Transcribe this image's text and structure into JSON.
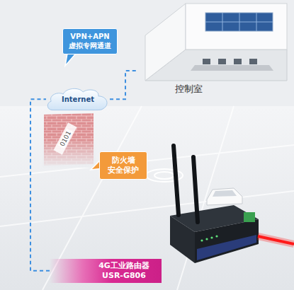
{
  "diagram": {
    "nodes": [
      {
        "text": [
          "控制室"
        ]
      },
      {
        "text": [
          "VPN+APN 虚拟专网通道"
        ]
      },
      {
        "text": [
          "Internet"
        ]
      },
      {
        "text": [
          "防火墙 安全保护"
        ]
      },
      {
        "text": [
          "4G工业路由器 USR-G806"
        ]
      }
    ],
    "edges": [
      {
        "from": 4,
        "to": 2,
        "arrow": "none"
      },
      {
        "from": 2,
        "to": 0,
        "arrow": "none"
      }
    ],
    "labels": [
      "0101"
    ]
  }
}
